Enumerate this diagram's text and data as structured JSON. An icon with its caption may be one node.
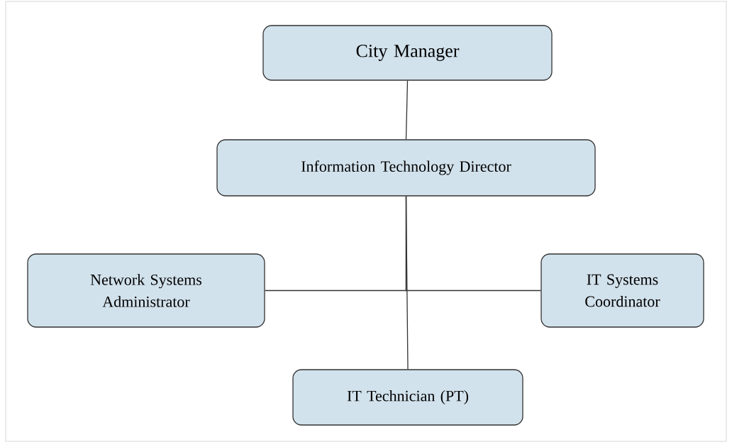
{
  "diagram": {
    "nodes": [
      {
        "text": [
          "City Manager"
        ]
      },
      {
        "text": [
          "Information Technology Director"
        ]
      },
      {
        "text": [
          "Network Systems Administrator"
        ]
      },
      {
        "text": [
          "IT Systems Coordinator"
        ]
      },
      {
        "text": [
          "IT Technician (PT)"
        ]
      }
    ],
    "edges": [
      {
        "from": 0,
        "to": 1,
        "arrow": "none"
      },
      {
        "from": 1,
        "to": 2,
        "arrow": "none"
      },
      {
        "from": 1,
        "to": 3,
        "arrow": "none"
      },
      {
        "from": 1,
        "to": 4,
        "arrow": "none"
      }
    ]
  }
}
